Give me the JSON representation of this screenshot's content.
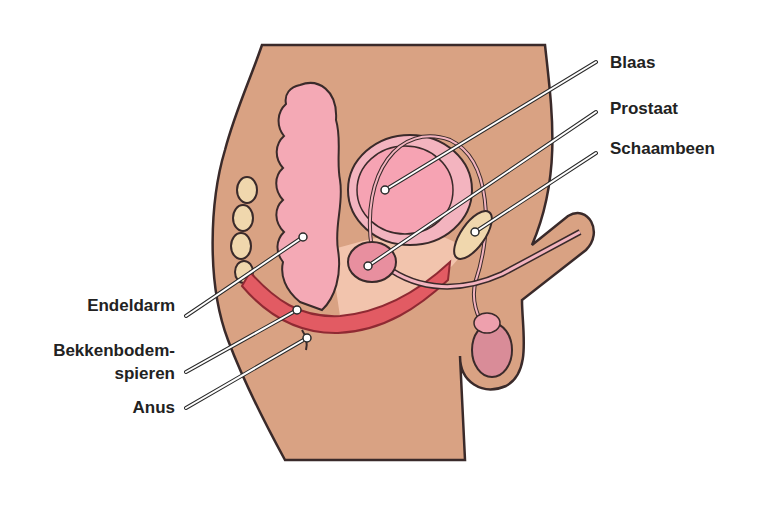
{
  "diagram": {
    "labels": [
      "Blaas",
      "Prostaat",
      "Schaambeen",
      "Endeldarm",
      "Bekkenbodem- spieren",
      "Anus"
    ]
  }
}
